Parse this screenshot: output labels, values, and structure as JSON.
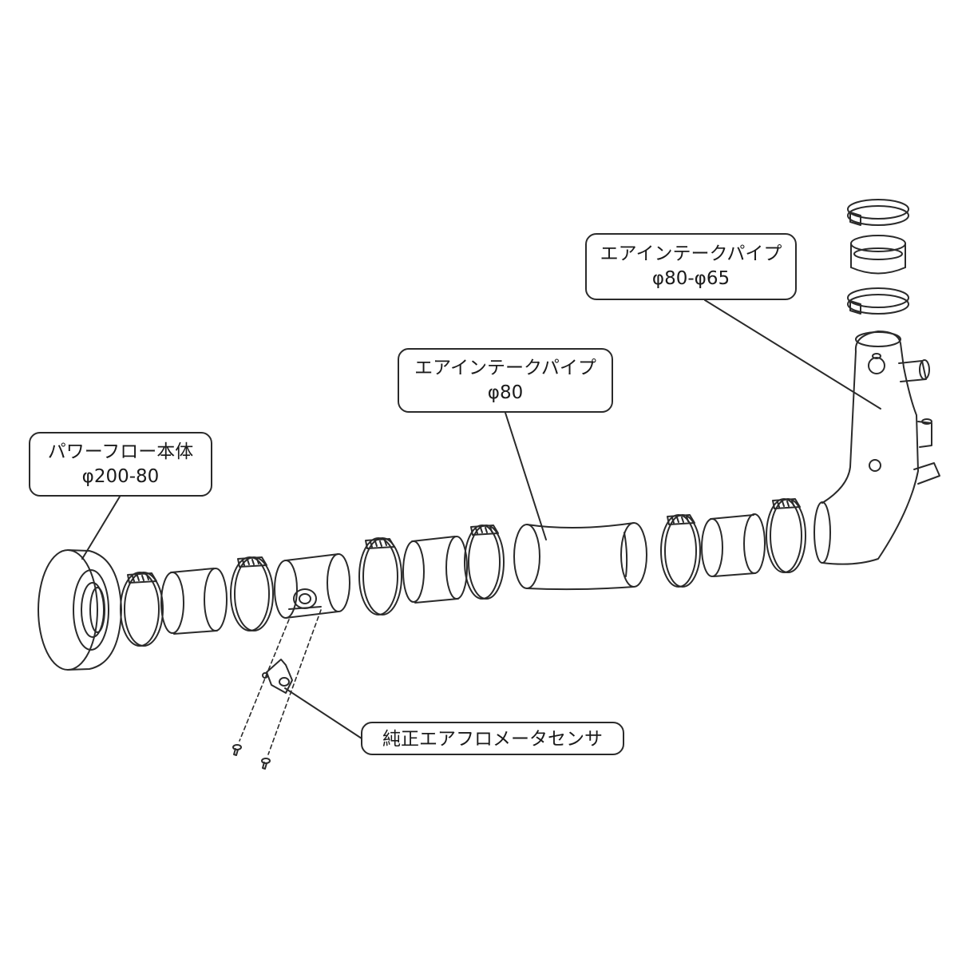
{
  "callouts": {
    "body": {
      "line1": "パワーフロー本体",
      "line2": "φ200-80"
    },
    "pipe1": {
      "line1": "エアインテークパイプ",
      "line2": "φ80"
    },
    "pipe2": {
      "line1": "エアインテークパイプ",
      "line2": "φ80-φ65"
    },
    "sensor": {
      "line1": "純正エアフロメータセンサ"
    }
  },
  "colors": {
    "line": "#2a2a2a",
    "background": "#ffffff"
  }
}
